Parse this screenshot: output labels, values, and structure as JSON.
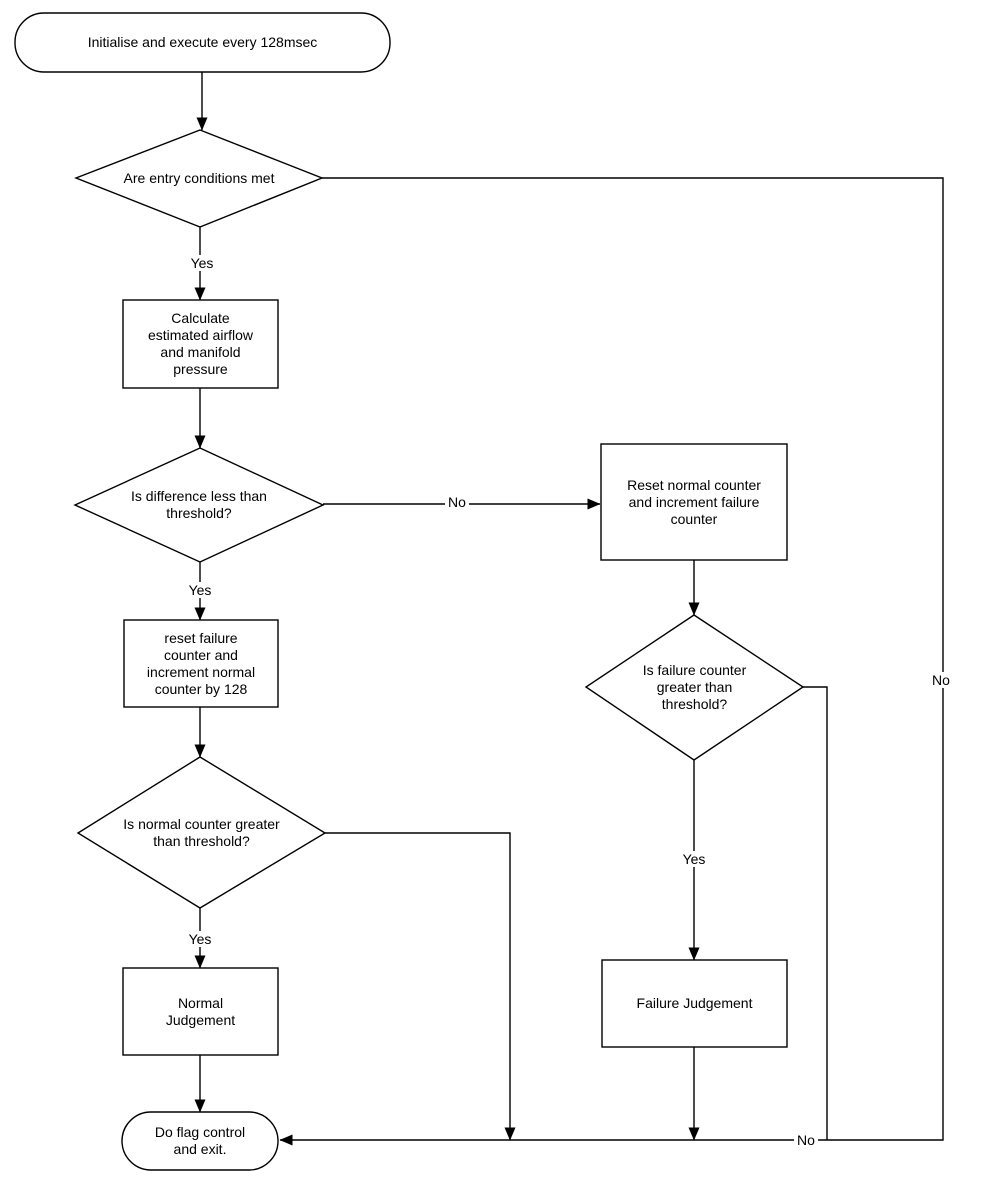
{
  "flowchart": {
    "nodes": {
      "start": {
        "shape": "terminator",
        "label": "Initialise and execute every 128msec"
      },
      "entry_check": {
        "shape": "decision",
        "label": "Are entry conditions met"
      },
      "calculate": {
        "shape": "process",
        "label": "Calculate\nestimated airflow\nand manifold\npressure"
      },
      "diff_check": {
        "shape": "decision",
        "label": "Is difference less than\nthreshold?"
      },
      "reset_failure": {
        "shape": "process",
        "label": "reset failure\ncounter and\nincrement normal\ncounter by 128"
      },
      "normal_check": {
        "shape": "decision",
        "label": "Is normal counter greater\nthan threshold?"
      },
      "normal_judgement": {
        "shape": "process",
        "label": "Normal\nJudgement"
      },
      "reset_normal": {
        "shape": "process",
        "label": "Reset normal counter\nand increment failure\ncounter"
      },
      "failure_check": {
        "shape": "decision",
        "label": "Is failure counter\ngreater than\nthreshold?"
      },
      "failure_judgement": {
        "shape": "process",
        "label": "Failure Judgement"
      },
      "exit": {
        "shape": "terminator",
        "label": "Do flag control\nand exit."
      }
    },
    "edge_labels": {
      "entry_yes": "Yes",
      "diff_yes": "Yes",
      "normal_yes": "Yes",
      "failure_yes": "Yes",
      "diff_no": "No",
      "entry_no": "No",
      "failure_no": "No"
    },
    "colors": {
      "line": "#000000",
      "text": "#000000",
      "background": "#ffffff"
    }
  }
}
